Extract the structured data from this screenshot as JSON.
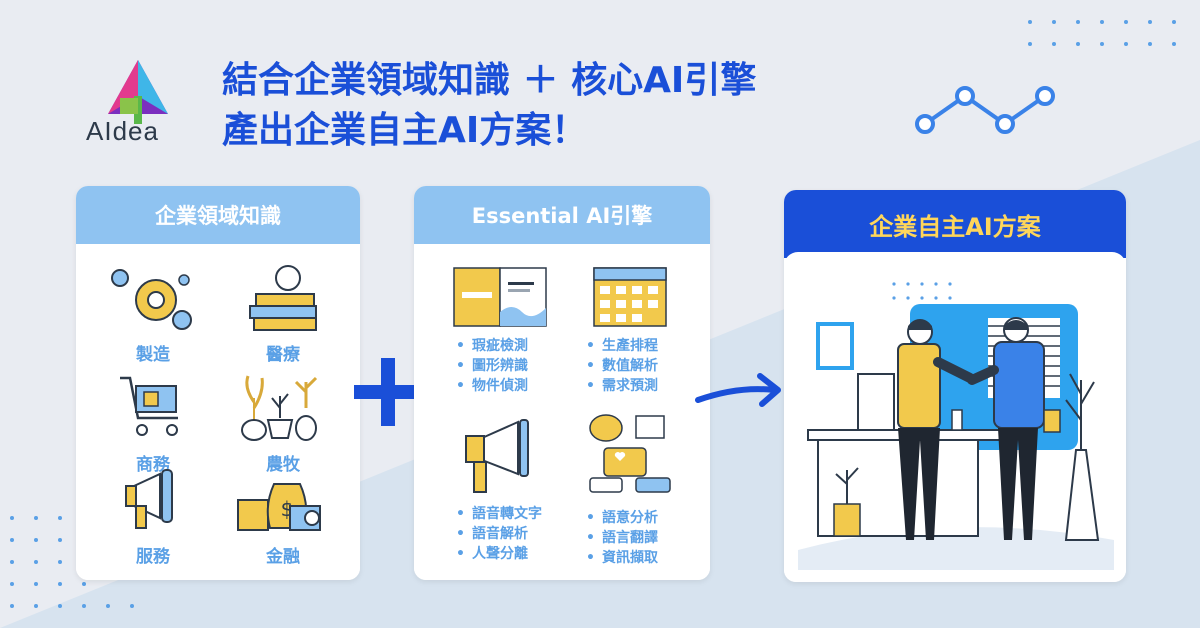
{
  "brand": {
    "logo_text": "AIdea"
  },
  "headline": {
    "line1": "結合企業領域知識 ＋ 核心AI引擎",
    "line2": "產出企業自主AI方案！"
  },
  "domain_card": {
    "title": "企業領域知識",
    "items": [
      "製造",
      "醫療",
      "商務",
      "農牧",
      "服務",
      "金融"
    ]
  },
  "engine_card": {
    "title": "Essential  AI引擎",
    "groups": [
      [
        "瑕疵檢測",
        "圖形辨識",
        "物件偵測"
      ],
      [
        "生產排程",
        "數值解析",
        "需求預測"
      ],
      [
        "語音轉文字",
        "語音解析",
        "人聲分離"
      ],
      [
        "語意分析",
        "語言翻譯",
        "資訊擷取"
      ]
    ]
  },
  "solution_card": {
    "title": "企業自主AI方案"
  },
  "colors": {
    "primary_blue": "#1a4fd8",
    "light_blue": "#8fc3f1",
    "label_blue": "#5aa0e6",
    "accent_yellow": "#ffd65a",
    "background": "#e9ecf2"
  },
  "icons": [
    "gears-icon",
    "apple-books-icon",
    "shopping-cart-icon",
    "plants-icon",
    "megaphone-icon",
    "money-bag-icon",
    "presentation-icon",
    "calendar-icon",
    "speaker-icon",
    "chat-bubbles-icon",
    "handshake-illustration",
    "trend-line-icon",
    "plus-icon",
    "arrow-icon"
  ]
}
